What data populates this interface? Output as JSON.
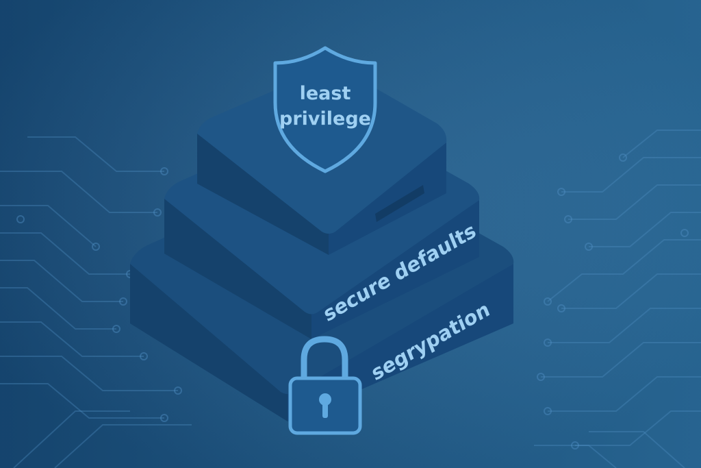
{
  "diagram": {
    "layers": {
      "top": {
        "label_line1": "least",
        "label_line2": "privilege",
        "icon": "shield-icon"
      },
      "middle": {
        "label": "secure defaults"
      },
      "bottom": {
        "label": "segrypation",
        "icon": "lock-icon"
      }
    },
    "colors": {
      "background_dark": "#174a77",
      "background_light": "#2a6c9c",
      "layer_top": "#1b4e7d",
      "layer_side": "#15426c",
      "accent": "#5fa9e0",
      "label": "#9fd0f2"
    }
  }
}
